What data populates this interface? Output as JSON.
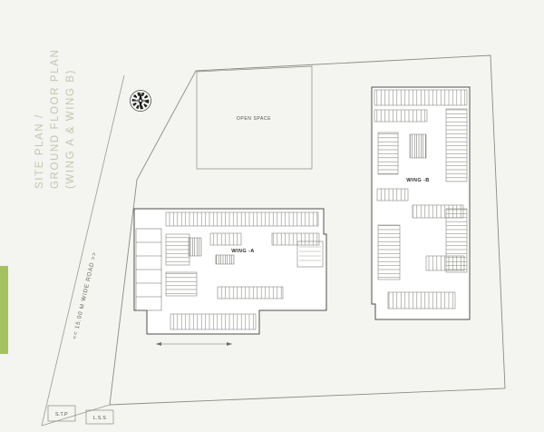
{
  "title": {
    "line1": "SITE PLAN /",
    "line2": "GROUND FLOOR PLAN",
    "line3": "(WING A & WING B)"
  },
  "plan": {
    "open_space": "OPEN SPACE",
    "wing_a": "WING -A",
    "wing_b": "WING -B",
    "road": "<< 15.00 M WIDE ROAD >>",
    "stp": "S.T.P",
    "lss": "L.S.S"
  },
  "colors": {
    "accent_green": "#a4c25f",
    "title_text": "#c4c4b3",
    "boundary_line": "#8c8c85",
    "building_line": "#4f4f4a",
    "background": "#f4f4f0"
  }
}
